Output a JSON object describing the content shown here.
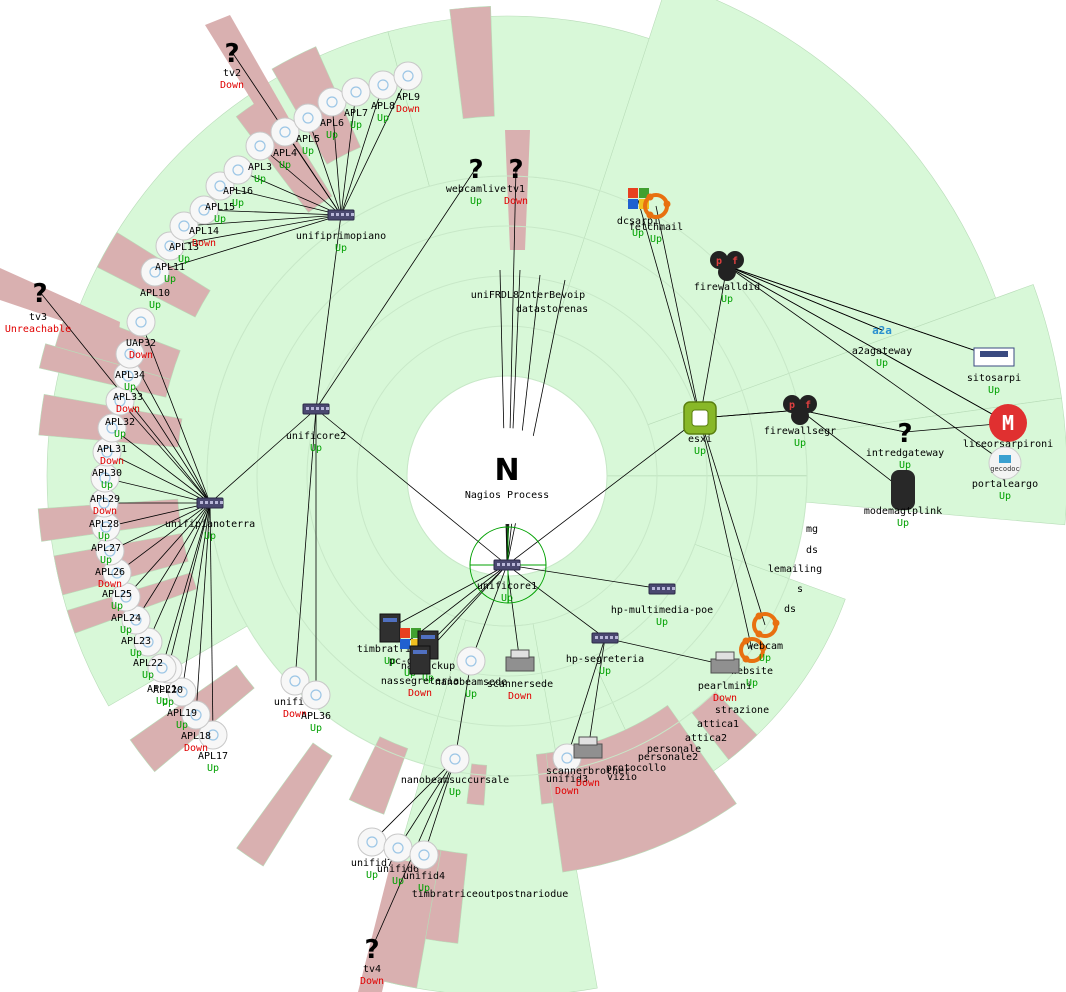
{
  "root": {
    "name": "Nagios Process",
    "letter": "N"
  },
  "colors": {
    "up_sector": "#d8f8d8",
    "down_sector": "#d9b0b0",
    "up_text": "#00a000",
    "down_text": "#e00000"
  },
  "nodes": [
    {
      "id": "unificore1",
      "name": "unificore1",
      "status": "Up",
      "icon": "switch-icon",
      "parent": "root"
    },
    {
      "id": "unificore2",
      "name": "unificore2",
      "status": "Up",
      "icon": "switch-icon",
      "parent": "unificore1"
    },
    {
      "id": "unifipianoterra",
      "name": "unifipianoterra",
      "status": "Up",
      "icon": "switch-icon",
      "parent": "unificore2"
    },
    {
      "id": "unifiprimopiano",
      "name": "unifiprimopiano",
      "status": "Up",
      "icon": "switch-icon",
      "parent": "unificore2"
    },
    {
      "id": "webcamlive",
      "name": "webcamlive",
      "status": "Up",
      "icon": "unknown-icon",
      "parent": "unificore2"
    },
    {
      "id": "unifid2",
      "name": "unifid2",
      "status": "Down",
      "icon": "ap-icon",
      "parent": "unificore2"
    },
    {
      "id": "APL36",
      "name": "APL36",
      "status": "Up",
      "icon": "ap-icon",
      "parent": "unificore2"
    },
    {
      "id": "tv1",
      "name": "tv1",
      "status": "Down",
      "icon": "unknown-icon",
      "parent": "unificore1"
    },
    {
      "id": "esxi",
      "name": "esxi",
      "status": "Up",
      "icon": "vmware-icon",
      "parent": "unificore1"
    },
    {
      "id": "hpmm",
      "name": "hp-multimedia-poe",
      "status": "Up",
      "icon": "switch-icon",
      "parent": "unificore1"
    },
    {
      "id": "hpseg",
      "name": "hp-segreteria",
      "status": "Up",
      "icon": "switch-icon",
      "parent": "unificore1"
    },
    {
      "id": "nanobeamsede",
      "name": "nanobeamsede",
      "status": "Up",
      "icon": "ap-icon",
      "parent": "unificore1"
    },
    {
      "id": "nanobeamsuccursale",
      "name": "nanobeamsuccursale",
      "status": "Up",
      "icon": "ap-icon",
      "parent": "nanobeamsede"
    },
    {
      "id": "timbratrice",
      "name": "timbratrice",
      "status": "Up",
      "icon": "server-icon",
      "parent": "unificore1"
    },
    {
      "id": "pcdsga",
      "name": "pc-dsga",
      "status": "Up",
      "icon": "windows-icon",
      "parent": "unificore1"
    },
    {
      "id": "nasbackup",
      "name": "nasbackup",
      "status": "Up",
      "icon": "nas-icon",
      "parent": "unificore1"
    },
    {
      "id": "nassegreteria",
      "name": "nassegreteria",
      "status": "Down",
      "icon": "nas-icon",
      "parent": "unificore1"
    },
    {
      "id": "scannersede",
      "name": "scannersede",
      "status": "Down",
      "icon": "printer-icon",
      "parent": "unificore1"
    },
    {
      "id": "firewalldid",
      "name": "firewalldid",
      "status": "Up",
      "icon": "pfsense-icon",
      "parent": "esxi"
    },
    {
      "id": "firewallsegr",
      "name": "firewallsegr",
      "status": "Up",
      "icon": "pfsense-icon",
      "parent": "esxi"
    },
    {
      "id": "dcsarpi",
      "name": "dcsarpi",
      "status": "Up",
      "icon": "windows-icon",
      "parent": "esxi"
    },
    {
      "id": "fetchmail",
      "name": "fetchmail",
      "status": "Up",
      "icon": "ubuntu-icon",
      "parent": "esxi"
    },
    {
      "id": "a2agateway",
      "name": "a2agateway",
      "status": "Up",
      "icon": "a2a-logo",
      "parent": "firewalldid"
    },
    {
      "id": "sitosarpi",
      "name": "sitosarpi",
      "status": "Up",
      "icon": "sarpi-logo",
      "parent": "firewalldid"
    },
    {
      "id": "liceo",
      "name": "liceorsarpironi",
      "status": "Up",
      "icon": "liceo-logo",
      "parent": "firewalldid"
    },
    {
      "id": "portaleargo",
      "name": "portaleargo",
      "status": "Up",
      "icon": "gecodoc-logo",
      "parent": "firewalldid"
    },
    {
      "id": "intredgateway",
      "name": "intredgateway",
      "status": "Up",
      "icon": "unknown-icon",
      "parent": "firewallsegr"
    },
    {
      "id": "modemtplink",
      "name": "modemagtplink",
      "status": "Up",
      "icon": "modem-icon",
      "parent": "firewallsegr"
    },
    {
      "id": "website",
      "name": "website",
      "status": "Up",
      "icon": "ubuntu-icon",
      "parent": "esxi"
    },
    {
      "id": "webcam",
      "name": "webcam",
      "status": "Up",
      "icon": "ubuntu-icon",
      "parent": "esxi"
    },
    {
      "id": "pearlmini",
      "name": "pearlmini",
      "status": "Down",
      "icon": "printer-icon",
      "parent": "hpseg"
    },
    {
      "id": "unifid3",
      "name": "unifid3",
      "status": "Down",
      "icon": "ap-icon",
      "parent": "hpseg"
    },
    {
      "id": "scannerbrother",
      "name": "scannerbrother",
      "status": "Down",
      "icon": "printer-icon",
      "parent": "hpseg"
    },
    {
      "id": "tv2",
      "name": "tv2",
      "status": "Down",
      "icon": "unknown-icon",
      "parent": "unifiprimopiano"
    },
    {
      "id": "tv3",
      "name": "tv3",
      "status": "Unreachable",
      "icon": "unknown-icon",
      "parent": "unifipianoterra"
    },
    {
      "id": "tv4",
      "name": "tv4",
      "status": "Down",
      "icon": "unknown-icon",
      "parent": "nanobeamsuccursale"
    },
    {
      "id": "unifid7",
      "name": "unifid7",
      "status": "Up",
      "icon": "ap-icon",
      "parent": "nanobeamsuccursale"
    },
    {
      "id": "unifid6",
      "name": "unifid6",
      "status": "Up",
      "icon": "ap-icon",
      "parent": "nanobeamsuccursale"
    },
    {
      "id": "unifid4",
      "name": "unifid4",
      "status": "Up",
      "icon": "ap-icon",
      "parent": "nanobeamsuccursale"
    },
    {
      "id": "APL17",
      "name": "APL17",
      "status": "Up",
      "icon": "ap-icon",
      "parent": "unifipianoterra"
    },
    {
      "id": "APL18",
      "name": "APL18",
      "status": "Down",
      "icon": "ap-icon",
      "parent": "unifipianoterra"
    },
    {
      "id": "APL19",
      "name": "APL19",
      "status": "Up",
      "icon": "ap-icon",
      "parent": "unifipianoterra"
    },
    {
      "id": "APL20",
      "name": "APL20",
      "status": "Up",
      "icon": "ap-icon",
      "parent": "unifipianoterra"
    },
    {
      "id": "APL21",
      "name": "APL21",
      "status": "Up",
      "icon": "ap-icon",
      "parent": "unifipianoterra"
    },
    {
      "id": "APL22",
      "name": "APL22",
      "status": "Up",
      "icon": "ap-icon",
      "parent": "unifipianoterra"
    },
    {
      "id": "APL23",
      "name": "APL23",
      "status": "Up",
      "icon": "ap-icon",
      "parent": "unifipianoterra"
    },
    {
      "id": "APL24",
      "name": "APL24",
      "status": "Up",
      "icon": "ap-icon",
      "parent": "unifipianoterra"
    },
    {
      "id": "APL25",
      "name": "APL25",
      "status": "Up",
      "icon": "ap-icon",
      "parent": "unifipianoterra"
    },
    {
      "id": "APL26",
      "name": "APL26",
      "status": "Down",
      "icon": "ap-icon",
      "parent": "unifipianoterra"
    },
    {
      "id": "APL27",
      "name": "APL27",
      "status": "Up",
      "icon": "ap-icon",
      "parent": "unifipianoterra"
    },
    {
      "id": "APL28",
      "name": "APL28",
      "status": "Up",
      "icon": "ap-icon",
      "parent": "unifipianoterra"
    },
    {
      "id": "APL29",
      "name": "APL29",
      "status": "Down",
      "icon": "ap-icon",
      "parent": "unifipianoterra"
    },
    {
      "id": "APL30",
      "name": "APL30",
      "status": "Up",
      "icon": "ap-icon",
      "parent": "unifipianoterra"
    },
    {
      "id": "APL31",
      "name": "APL31",
      "status": "Down",
      "icon": "ap-icon",
      "parent": "unifipianoterra"
    },
    {
      "id": "APL32",
      "name": "APL32",
      "status": "Up",
      "icon": "ap-icon",
      "parent": "unifipianoterra"
    },
    {
      "id": "APL33",
      "name": "APL33",
      "status": "Down",
      "icon": "ap-icon",
      "parent": "unifipianoterra"
    },
    {
      "id": "APL34",
      "name": "APL34",
      "status": "Up",
      "icon": "ap-icon",
      "parent": "unifipianoterra"
    },
    {
      "id": "UAP32",
      "name": "UAP32",
      "status": "Down",
      "icon": "ap-icon",
      "parent": "unifipianoterra"
    },
    {
      "id": "APL10",
      "name": "APL10",
      "status": "Up",
      "icon": "ap-icon",
      "parent": "unifiprimopiano"
    },
    {
      "id": "APL11",
      "name": "APL11",
      "status": "Up",
      "icon": "ap-icon",
      "parent": "unifiprimopiano"
    },
    {
      "id": "APL13",
      "name": "APL13",
      "status": "Up",
      "icon": "ap-icon",
      "parent": "unifiprimopiano"
    },
    {
      "id": "APL14",
      "name": "APL14",
      "status": "Down",
      "icon": "ap-icon",
      "parent": "unifiprimopiano"
    },
    {
      "id": "APL15",
      "name": "APL15",
      "status": "Up",
      "icon": "ap-icon",
      "parent": "unifiprimopiano"
    },
    {
      "id": "APL16",
      "name": "APL16",
      "status": "Up",
      "icon": "ap-icon",
      "parent": "unifiprimopiano"
    },
    {
      "id": "APL3",
      "name": "APL3",
      "status": "Up",
      "icon": "ap-icon",
      "parent": "unifiprimopiano"
    },
    {
      "id": "APL4",
      "name": "APL4",
      "status": "Up",
      "icon": "ap-icon",
      "parent": "unifiprimopiano"
    },
    {
      "id": "APL5",
      "name": "APL5",
      "status": "Up",
      "icon": "ap-icon",
      "parent": "unifiprimopiano"
    },
    {
      "id": "APL6",
      "name": "APL6",
      "status": "Up",
      "icon": "ap-icon",
      "parent": "unifiprimopiano"
    },
    {
      "id": "APL7",
      "name": "APL7",
      "status": "Up",
      "icon": "ap-icon",
      "parent": "unifiprimopiano"
    },
    {
      "id": "APL8",
      "name": "APL8",
      "status": "Up",
      "icon": "ap-icon",
      "parent": "unifiprimopiano"
    },
    {
      "id": "APL9",
      "name": "APL9",
      "status": "Down",
      "icon": "ap-icon",
      "parent": "unifiprimopiano"
    }
  ],
  "overlap_labels": [
    {
      "key": "cluster_top",
      "text": "uniFRDL82nterBevoip"
    },
    {
      "key": "cluster_top2",
      "text": "datastorenas"
    },
    {
      "key": "esxi_list_1",
      "text": "mg"
    },
    {
      "key": "esxi_list_2",
      "text": "ds"
    },
    {
      "key": "esxi_list_3",
      "text": "lemailing"
    },
    {
      "key": "esxi_list_4",
      "text": "s"
    },
    {
      "key": "esxi_list_5",
      "text": "ds"
    },
    {
      "key": "seg_a",
      "text": "strazione"
    },
    {
      "key": "seg_b",
      "text": "attica1"
    },
    {
      "key": "seg_c",
      "text": "attica2"
    },
    {
      "key": "seg_d",
      "text": "personale"
    },
    {
      "key": "seg_e",
      "text": "personale2"
    },
    {
      "key": "seg_f",
      "text": "protocollo"
    },
    {
      "key": "seg_g",
      "text": "vizio"
    },
    {
      "key": "succ_a",
      "text": "timbratriceoutpostnariodue"
    }
  ]
}
